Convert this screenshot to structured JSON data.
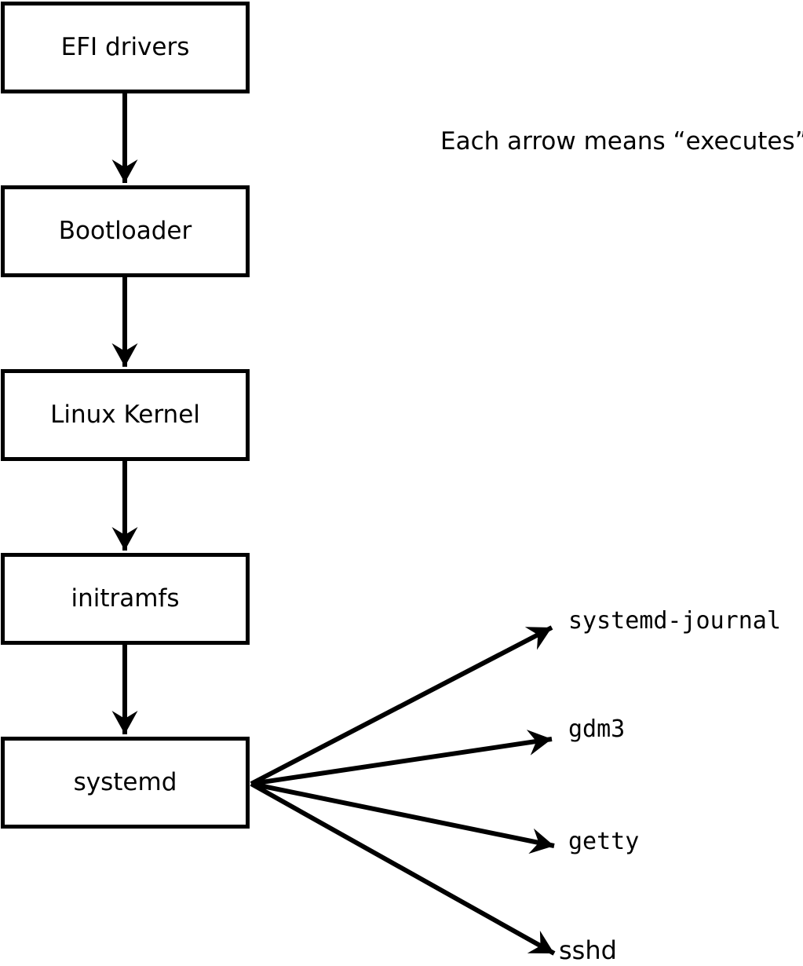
{
  "diagram": {
    "note": "Each arrow means “executes”.",
    "chain": [
      {
        "label": "EFI drivers"
      },
      {
        "label": "Bootloader"
      },
      {
        "label": "Linux Kernel"
      },
      {
        "label": "initramfs"
      },
      {
        "label": "systemd"
      }
    ],
    "spawned": [
      {
        "label": "systemd-journal"
      },
      {
        "label": "gdm3"
      },
      {
        "label": "getty"
      },
      {
        "label": "sshd"
      }
    ],
    "arrow_meaning": "executes",
    "colors": {
      "line": "#000000",
      "background": "#ffffff",
      "box_fill": "#ffffff",
      "box_border": "#000000",
      "text": "#000000"
    }
  }
}
